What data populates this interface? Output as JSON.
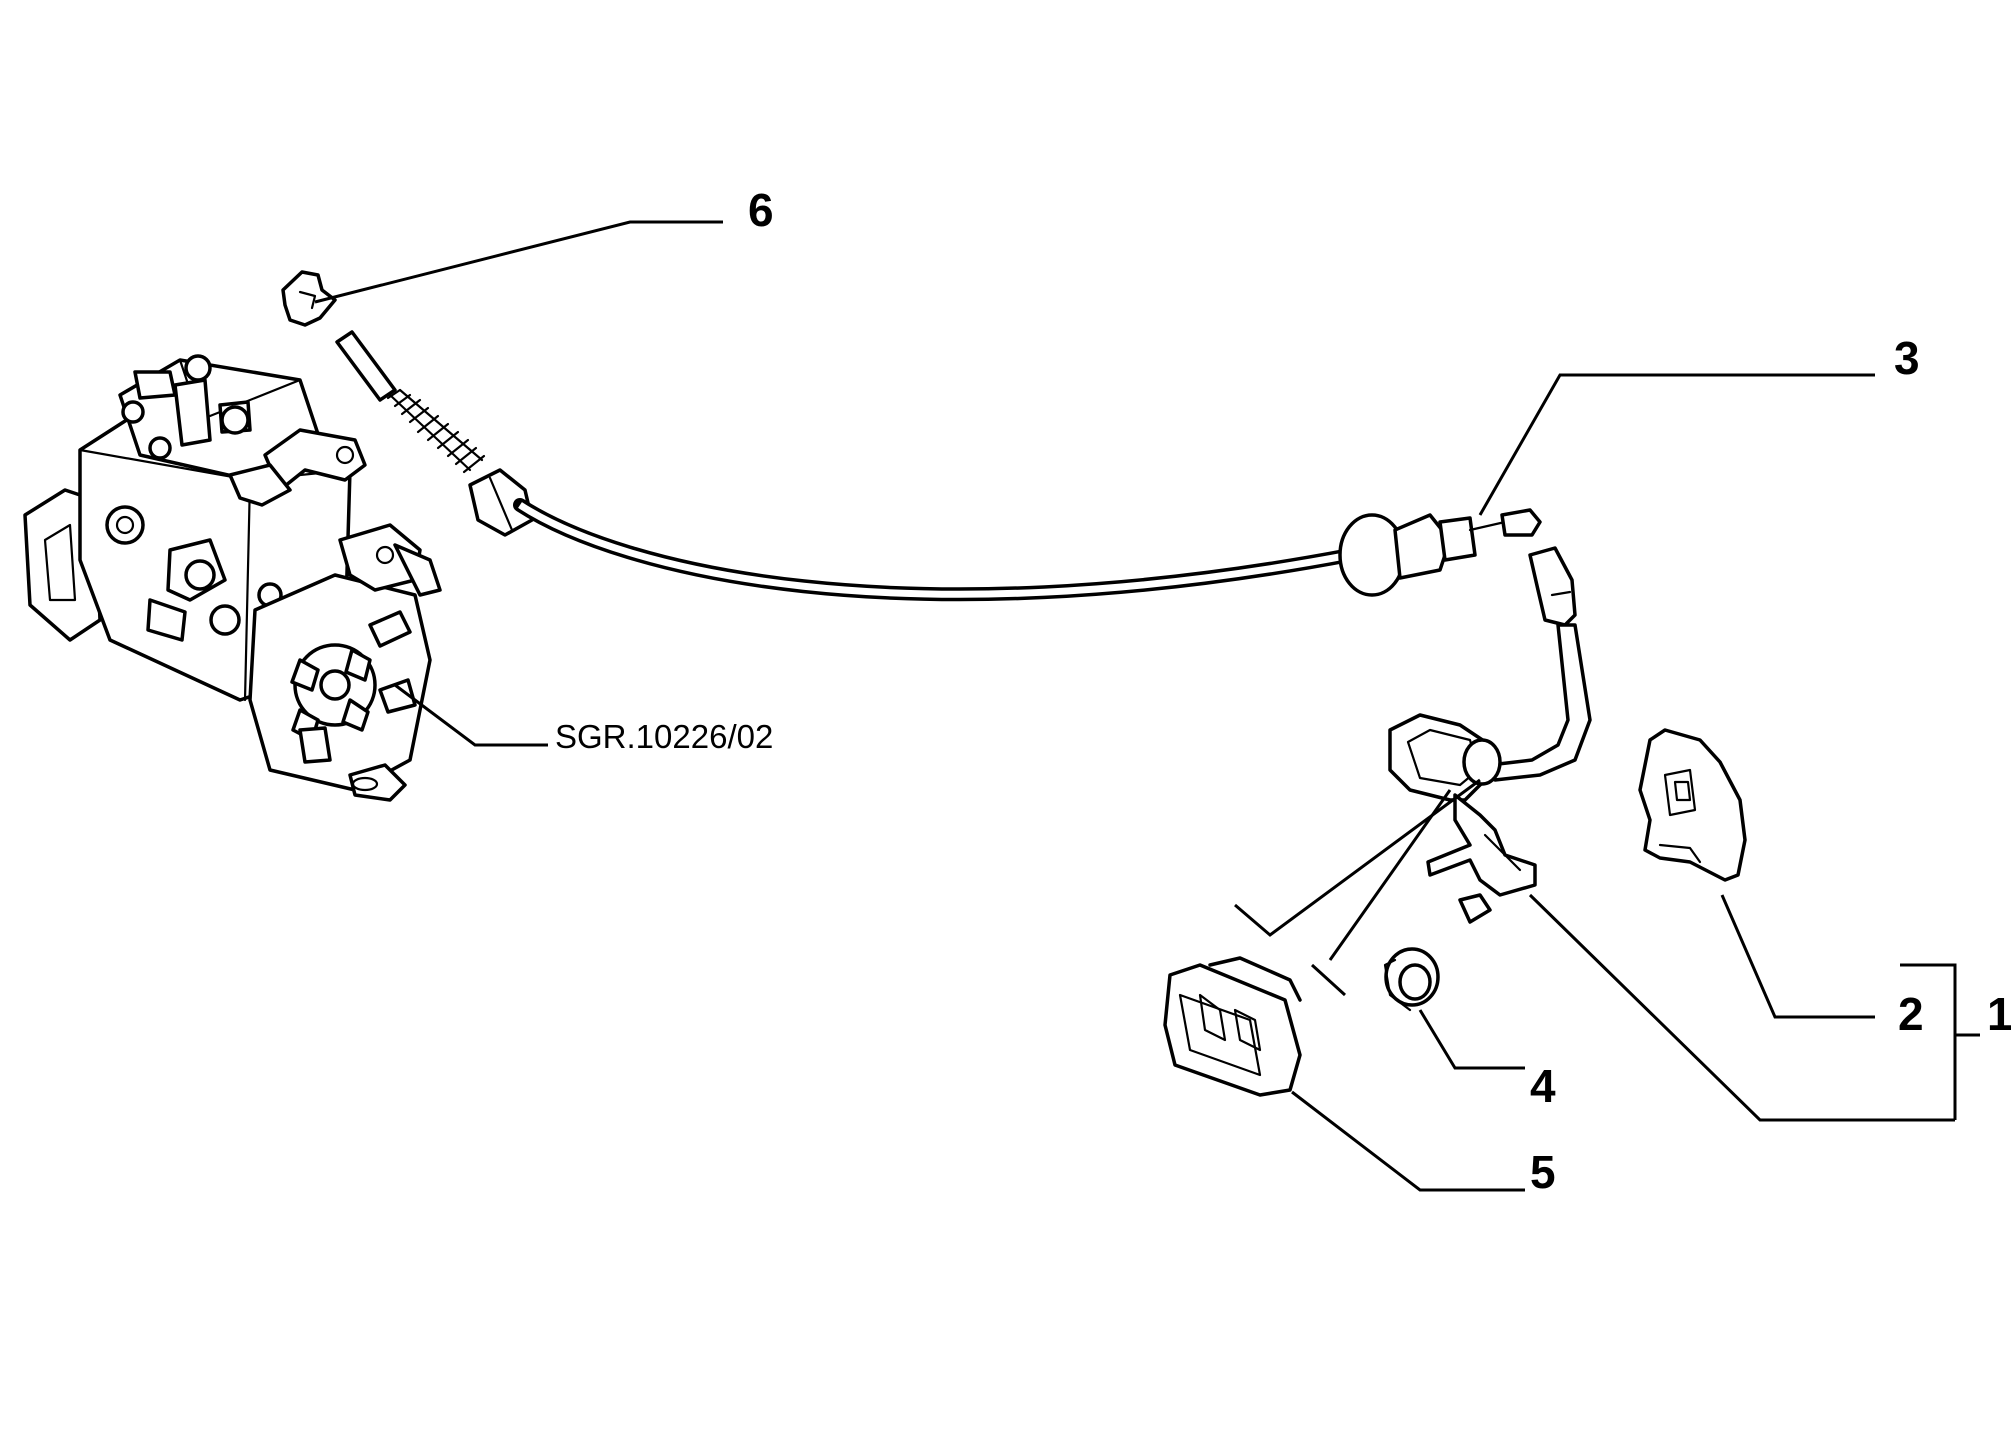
{
  "reference_code": "SGR.10226/02",
  "callouts": {
    "c1": "1",
    "c2": "2",
    "c3": "3",
    "c4": "4",
    "c5": "5",
    "c6": "6"
  }
}
